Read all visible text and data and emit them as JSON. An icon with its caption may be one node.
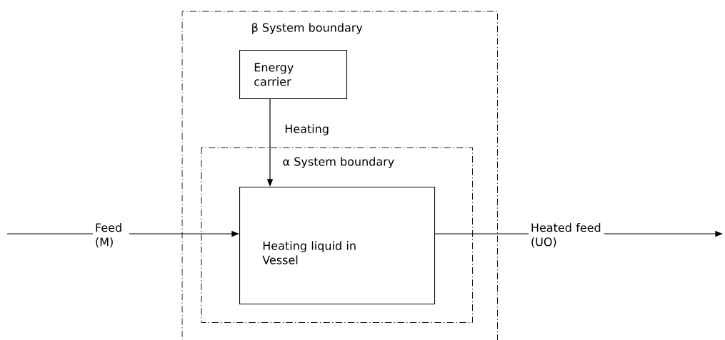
{
  "diagram": {
    "nodes": [
      {
        "text": [
          "β System boundary"
        ]
      },
      {
        "text": [
          "Energy carrier"
        ],
        "in": 0
      },
      {
        "text": [
          "α System boundary"
        ],
        "in": 0
      },
      {
        "text": [
          "Heating liquid in Vessel"
        ],
        "in": 2
      },
      {
        "text": [
          "Feed (M)"
        ]
      },
      {
        "text": [
          "Heated feed (UO)"
        ]
      }
    ],
    "edges": [
      {
        "from": 1,
        "to": 3,
        "arrow": "to",
        "label": "Heating"
      },
      {
        "from": null,
        "to": 4,
        "arrow": "none"
      },
      {
        "from": 4,
        "to": 3,
        "arrow": "to"
      },
      {
        "from": 3,
        "to": 5,
        "arrow": "none"
      },
      {
        "from": 5,
        "to": null,
        "arrow": "to"
      }
    ]
  }
}
